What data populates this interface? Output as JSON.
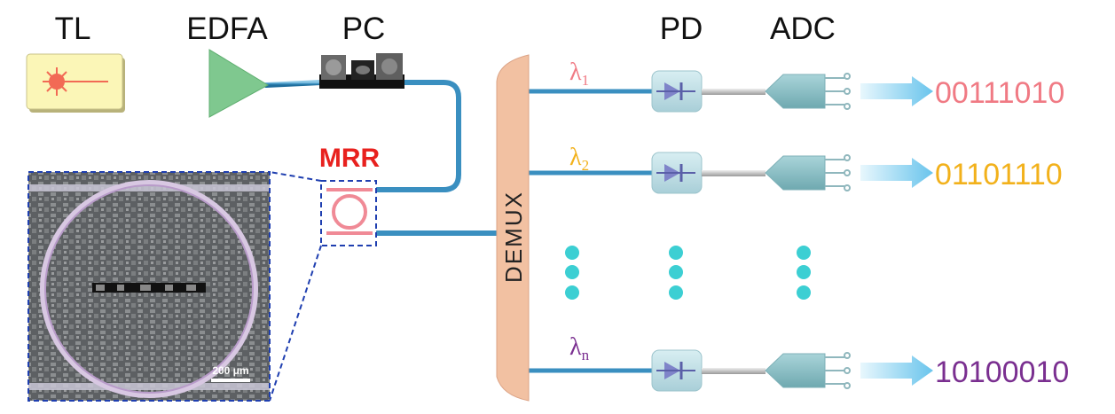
{
  "labels": {
    "tl": "TL",
    "edfa": "EDFA",
    "pc": "PC",
    "pd": "PD",
    "adc": "ADC",
    "mrr": "MRR",
    "demux": "DEMUX"
  },
  "micrograph": {
    "scale_bar": "200 μm"
  },
  "channels": [
    {
      "lambda": "λ",
      "sub": "1",
      "bits": "00111010",
      "color": "#f07a84"
    },
    {
      "lambda": "λ",
      "sub": "2",
      "bits": "01101110",
      "color": "#f2b11b"
    },
    {
      "lambda": "λ",
      "sub": "n",
      "bits": "10100010",
      "color": "#7a2f90"
    }
  ],
  "colors": {
    "fiber": "#4a9cc9",
    "tl_box": "#fbf6b7",
    "laser": "#f26a55",
    "edfa": "#7fc88f",
    "demux": "#f2c1a2",
    "device": "#c6e3ea",
    "diode": "#7f84c9",
    "dots": "#3ccfd3",
    "mrr_ring": "#f08a96",
    "dashed": "#1f3fb0",
    "arrow": "#8fd5f0"
  }
}
